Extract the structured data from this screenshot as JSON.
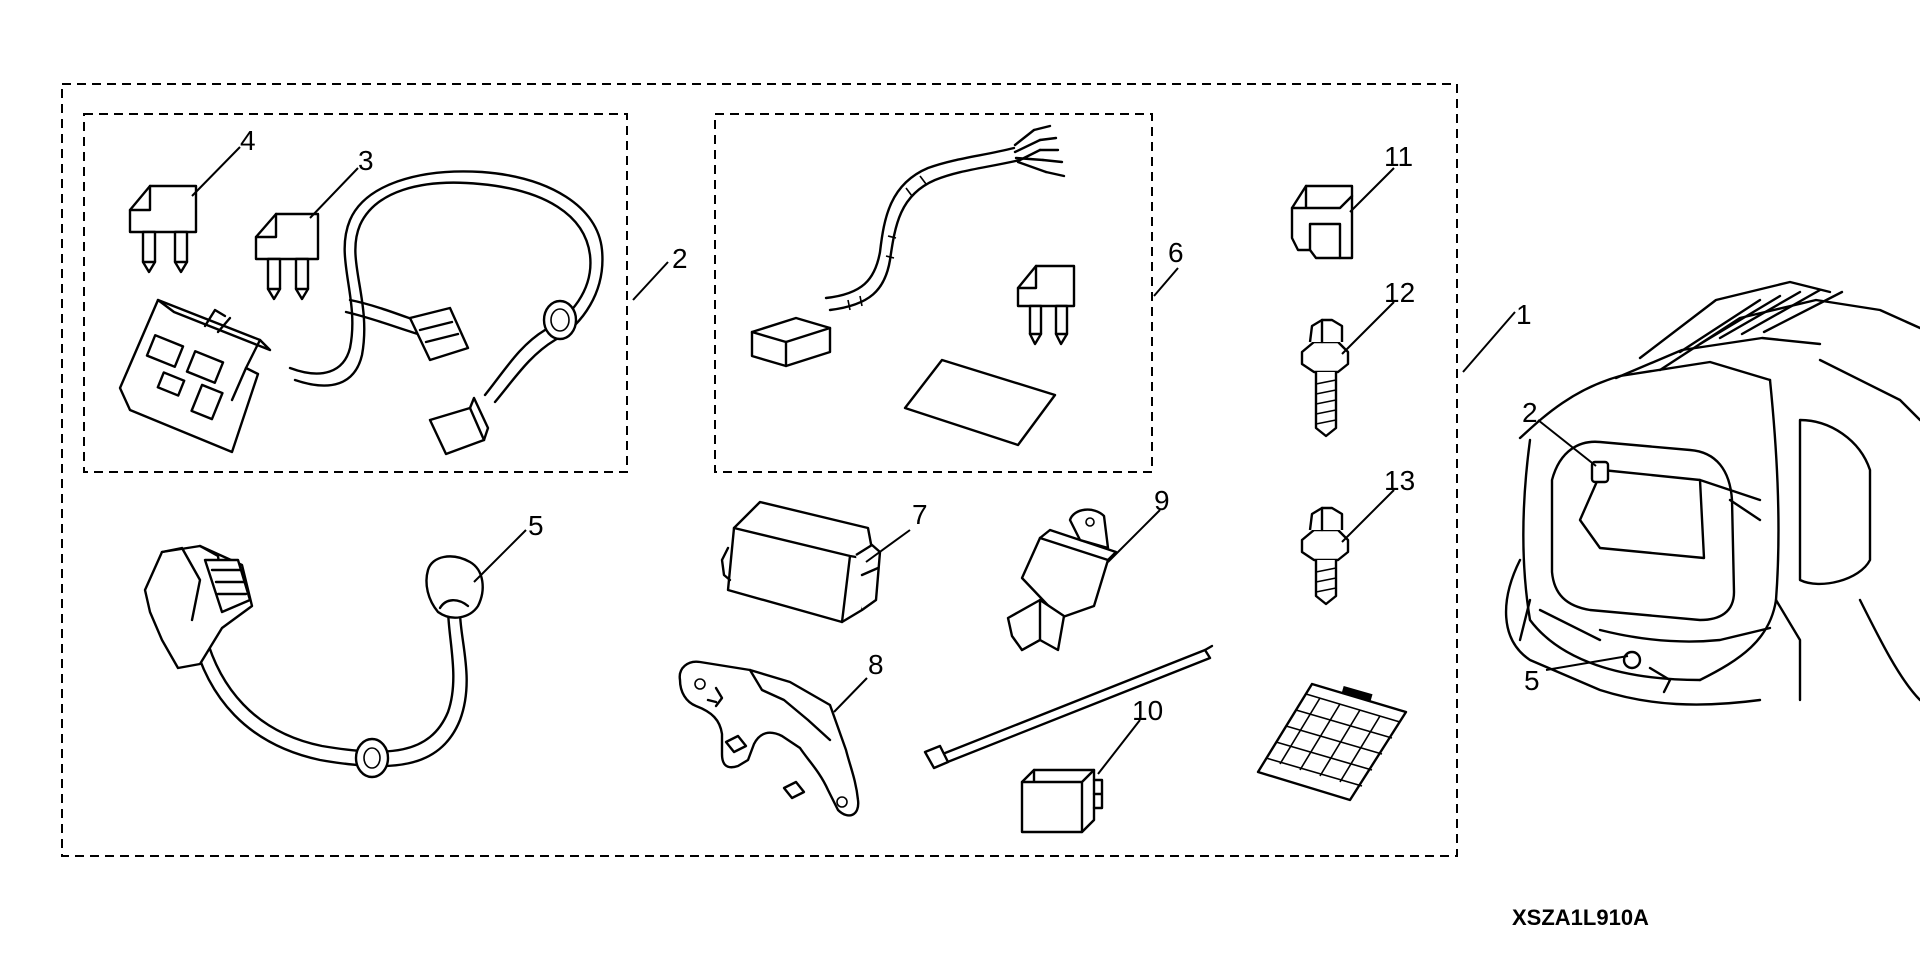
{
  "diagram": {
    "reference_code": "XSZA1L910A",
    "callouts": {
      "kit": "1",
      "wire_harness_sub_kit": "2",
      "fuse_30a_a": "3",
      "fuse_30a_b": "4",
      "trailer_harness": "5",
      "wire_sub_kit": "6",
      "control_unit": "7",
      "bracket": "8",
      "relay_unit": "9",
      "relay": "10",
      "fuse_holder": "11",
      "bolt_a": "12",
      "bolt_b": "13",
      "tie_wrap": "",
      "vehicle_label_2": "2",
      "vehicle_label_5": "5"
    }
  }
}
